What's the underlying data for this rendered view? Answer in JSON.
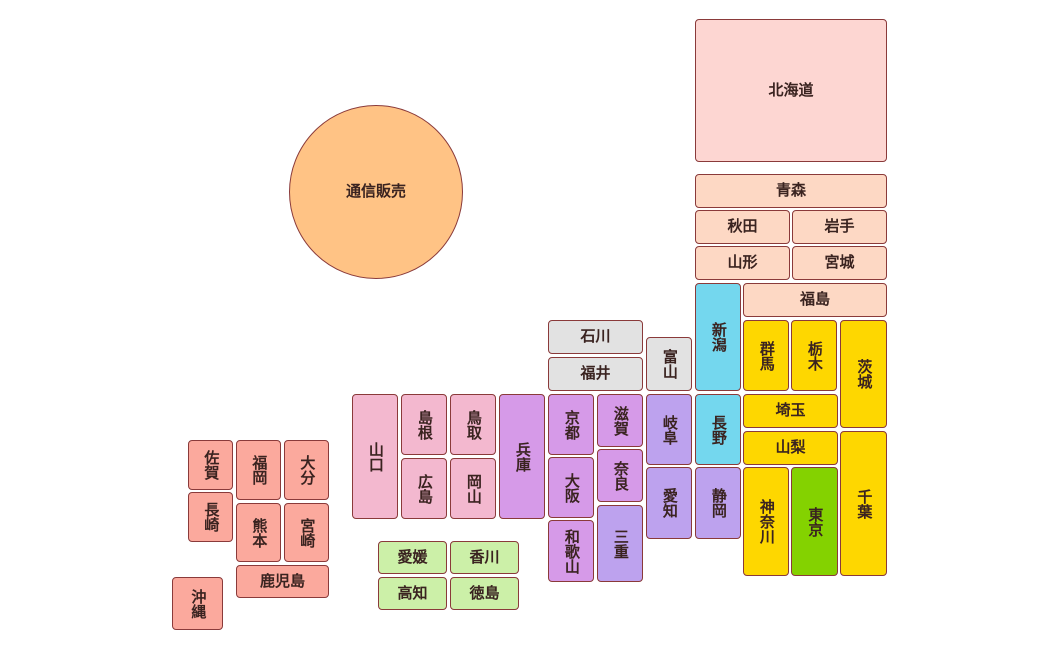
{
  "colors": {
    "hokkaido": "#fdd6d2",
    "tohoku": "#fdd8c4",
    "kanto": "#fed700",
    "tokyo": "#84d200",
    "chubu_east": "#74d7ee",
    "hokuriku": "#e2e2e2",
    "tokai": "#bda2ee",
    "kinki": "#d69ae8",
    "chugoku": "#f3b8cf",
    "shikoku": "#ccf0a8",
    "kyushu": "#fba99d",
    "mail_order": "#ffc385",
    "border": "#8a3a3a"
  },
  "regions": [
    {
      "id": "mail-order",
      "label": "通信販売",
      "color_key": "mail_order",
      "shape": "circle"
    },
    {
      "id": "hokkaido",
      "label": "北海道",
      "color_key": "hokkaido"
    },
    {
      "id": "aomori",
      "label": "青森",
      "color_key": "tohoku"
    },
    {
      "id": "akita",
      "label": "秋田",
      "color_key": "tohoku"
    },
    {
      "id": "iwate",
      "label": "岩手",
      "color_key": "tohoku"
    },
    {
      "id": "yamagata",
      "label": "山形",
      "color_key": "tohoku"
    },
    {
      "id": "miyagi",
      "label": "宮城",
      "color_key": "tohoku"
    },
    {
      "id": "fukushima",
      "label": "福島",
      "color_key": "tohoku"
    },
    {
      "id": "niigata",
      "label": "新潟",
      "color_key": "chubu_east",
      "vertical": true
    },
    {
      "id": "gunma",
      "label": "群馬",
      "color_key": "kanto",
      "vertical": true
    },
    {
      "id": "tochigi",
      "label": "栃木",
      "color_key": "kanto",
      "vertical": true
    },
    {
      "id": "ibaraki",
      "label": "茨城",
      "color_key": "kanto",
      "vertical": true
    },
    {
      "id": "saitama",
      "label": "埼玉",
      "color_key": "kanto"
    },
    {
      "id": "yamanashi",
      "label": "山梨",
      "color_key": "kanto"
    },
    {
      "id": "chiba",
      "label": "千葉",
      "color_key": "kanto",
      "vertical": true
    },
    {
      "id": "kanagawa",
      "label": "神奈川",
      "color_key": "kanto",
      "vertical": true
    },
    {
      "id": "tokyo",
      "label": "東京",
      "color_key": "tokyo",
      "vertical": true
    },
    {
      "id": "nagano",
      "label": "長野",
      "color_key": "chubu_east",
      "vertical": true
    },
    {
      "id": "toyama",
      "label": "富山",
      "color_key": "hokuriku",
      "vertical": true
    },
    {
      "id": "ishikawa",
      "label": "石川",
      "color_key": "hokuriku"
    },
    {
      "id": "fukui",
      "label": "福井",
      "color_key": "hokuriku"
    },
    {
      "id": "gifu",
      "label": "岐阜",
      "color_key": "tokai",
      "vertical": true
    },
    {
      "id": "shizuoka",
      "label": "静岡",
      "color_key": "tokai",
      "vertical": true
    },
    {
      "id": "aichi",
      "label": "愛知",
      "color_key": "tokai",
      "vertical": true
    },
    {
      "id": "mie",
      "label": "三重",
      "color_key": "tokai",
      "vertical": true
    },
    {
      "id": "shiga",
      "label": "滋賀",
      "color_key": "kinki",
      "vertical": true
    },
    {
      "id": "kyoto",
      "label": "京都",
      "color_key": "kinki",
      "vertical": true
    },
    {
      "id": "nara",
      "label": "奈良",
      "color_key": "kinki",
      "vertical": true
    },
    {
      "id": "osaka",
      "label": "大阪",
      "color_key": "kinki",
      "vertical": true
    },
    {
      "id": "wakayama",
      "label": "和歌山",
      "color_key": "kinki",
      "vertical": true
    },
    {
      "id": "hyogo",
      "label": "兵庫",
      "color_key": "kinki",
      "vertical": true
    },
    {
      "id": "tottori",
      "label": "鳥取",
      "color_key": "chugoku",
      "vertical": true
    },
    {
      "id": "shimane",
      "label": "島根",
      "color_key": "chugoku",
      "vertical": true
    },
    {
      "id": "okayama",
      "label": "岡山",
      "color_key": "chugoku",
      "vertical": true
    },
    {
      "id": "hiroshima",
      "label": "広島",
      "color_key": "chugoku",
      "vertical": true
    },
    {
      "id": "yamaguchi",
      "label": "山口",
      "color_key": "chugoku",
      "vertical": true
    },
    {
      "id": "ehime",
      "label": "愛媛",
      "color_key": "shikoku"
    },
    {
      "id": "kagawa",
      "label": "香川",
      "color_key": "shikoku"
    },
    {
      "id": "kochi",
      "label": "高知",
      "color_key": "shikoku"
    },
    {
      "id": "tokushima",
      "label": "徳島",
      "color_key": "shikoku"
    },
    {
      "id": "fukuoka",
      "label": "福岡",
      "color_key": "kyushu",
      "vertical": true
    },
    {
      "id": "oita",
      "label": "大分",
      "color_key": "kyushu",
      "vertical": true
    },
    {
      "id": "saga",
      "label": "佐賀",
      "color_key": "kyushu",
      "vertical": true
    },
    {
      "id": "nagasaki",
      "label": "長崎",
      "color_key": "kyushu",
      "vertical": true
    },
    {
      "id": "kumamoto",
      "label": "熊本",
      "color_key": "kyushu",
      "vertical": true
    },
    {
      "id": "miyazaki",
      "label": "宮崎",
      "color_key": "kyushu",
      "vertical": true
    },
    {
      "id": "kagoshima",
      "label": "鹿児島",
      "color_key": "kyushu"
    },
    {
      "id": "okinawa",
      "label": "沖縄",
      "color_key": "kyushu",
      "vertical": true
    }
  ]
}
